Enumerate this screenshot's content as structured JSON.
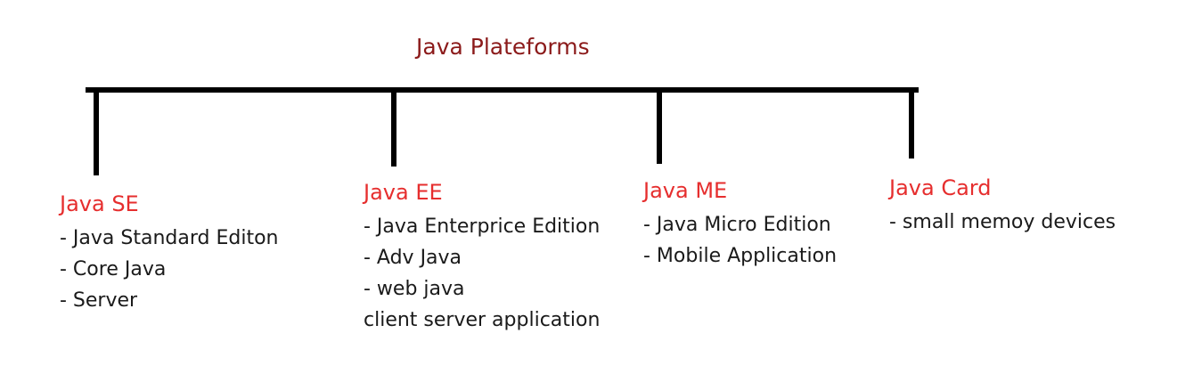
{
  "diagram": {
    "title": "Java Plateforms",
    "colors": {
      "title": "#8b1a1a",
      "branch_title": "#e62e2e",
      "text": "#1a1a1a",
      "lines": "#000000"
    },
    "branches": [
      {
        "title": "Java SE",
        "items": [
          "- Java Standard Editon",
          "- Core Java",
          "- Server"
        ]
      },
      {
        "title": "Java EE",
        "items": [
          "- Java Enterprice Edition",
          "- Adv Java",
          "- web java",
          "client server application"
        ]
      },
      {
        "title": "Java ME",
        "items": [
          "- Java Micro Edition",
          "- Mobile Application"
        ]
      },
      {
        "title": "Java Card",
        "items": [
          "- small memoy devices"
        ]
      }
    ]
  }
}
